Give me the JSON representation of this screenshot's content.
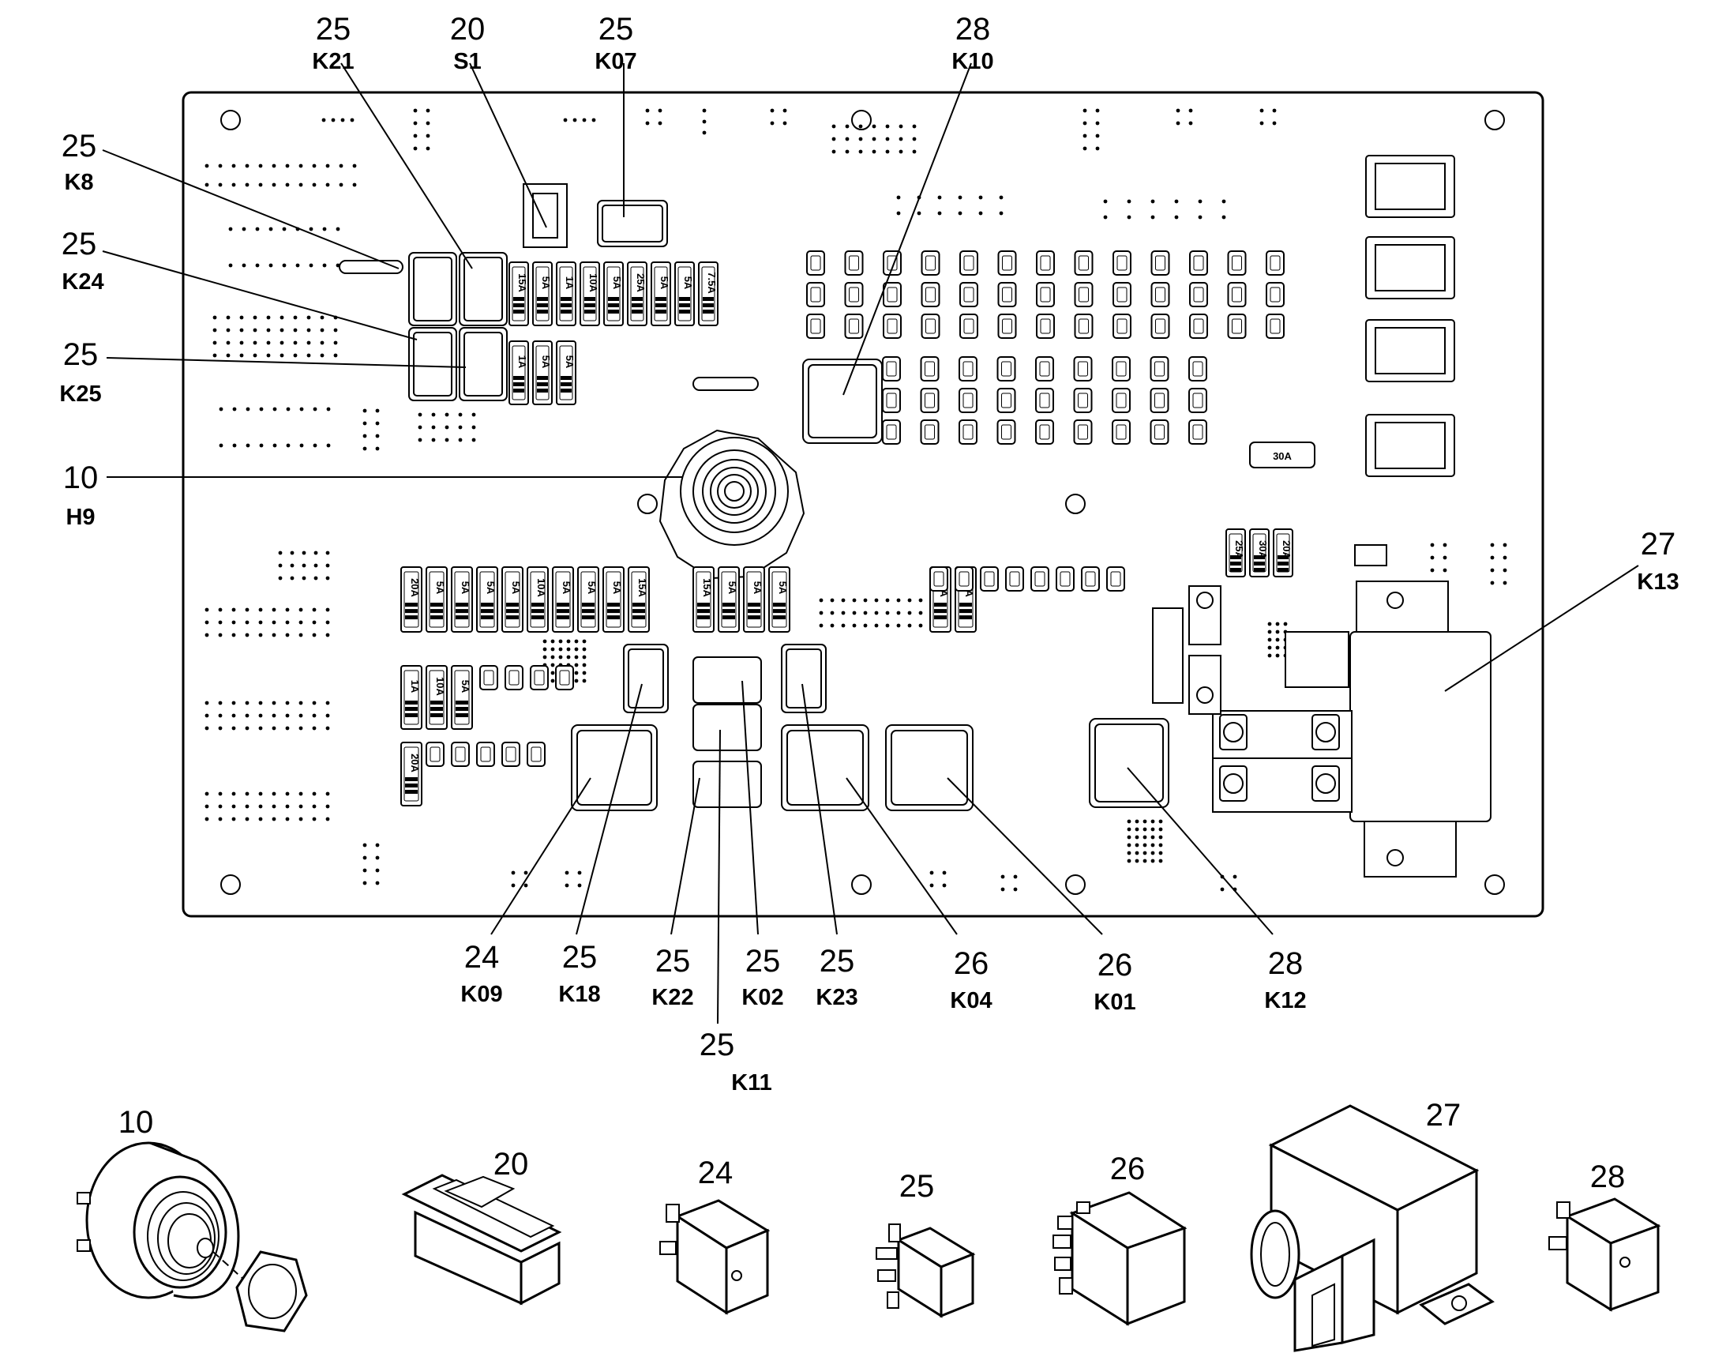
{
  "callouts": [
    {
      "id": "k21",
      "num": "25",
      "code": "K21"
    },
    {
      "id": "s1",
      "num": "20",
      "code": "S1"
    },
    {
      "id": "k07",
      "num": "25",
      "code": "K07"
    },
    {
      "id": "k10",
      "num": "28",
      "code": "K10"
    },
    {
      "id": "k8",
      "num": "25",
      "code": "K8"
    },
    {
      "id": "k24",
      "num": "25",
      "code": "K24"
    },
    {
      "id": "k25",
      "num": "25",
      "code": "K25"
    },
    {
      "id": "h9",
      "num": "10",
      "code": "H9"
    },
    {
      "id": "k13",
      "num": "27",
      "code": "K13"
    },
    {
      "id": "k09",
      "num": "24",
      "code": "K09"
    },
    {
      "id": "k18",
      "num": "25",
      "code": "K18"
    },
    {
      "id": "k22",
      "num": "25",
      "code": "K22"
    },
    {
      "id": "k02",
      "num": "25",
      "code": "K02"
    },
    {
      "id": "k23",
      "num": "25",
      "code": "K23"
    },
    {
      "id": "k04",
      "num": "26",
      "code": "K04"
    },
    {
      "id": "k01",
      "num": "26",
      "code": "K01"
    },
    {
      "id": "k12",
      "num": "28",
      "code": "K12"
    },
    {
      "id": "k11",
      "num": "25",
      "code": "K11"
    }
  ],
  "fuse_labels": {
    "top_row": [
      "15A",
      "5A",
      "1A",
      "10A",
      "5A",
      "25A",
      "5A",
      "5A",
      "7.5A"
    ],
    "mid_row": [
      "1A",
      "5A",
      "5A"
    ],
    "bottom_left_row": [
      "20A",
      "5A",
      "5A",
      "5A",
      "5A",
      "10A",
      "5A",
      "5A",
      "5A",
      "15A"
    ],
    "bottom_mid_row": [
      "15A",
      "5A",
      "5A",
      "5A"
    ],
    "bottom_right_row": [
      "25A",
      "15A"
    ],
    "row_1a": [
      "1A",
      "10A",
      "5A"
    ],
    "row_20a": [
      "20A"
    ],
    "right_group": [
      "25A",
      "30A",
      "20A"
    ],
    "holder_30a": "30A"
  },
  "components": [
    {
      "id": "c10",
      "num": "10"
    },
    {
      "id": "c20",
      "num": "20"
    },
    {
      "id": "c24",
      "num": "24"
    },
    {
      "id": "c25",
      "num": "25"
    },
    {
      "id": "c26",
      "num": "26"
    },
    {
      "id": "c27",
      "num": "27"
    },
    {
      "id": "c28",
      "num": "28"
    }
  ]
}
